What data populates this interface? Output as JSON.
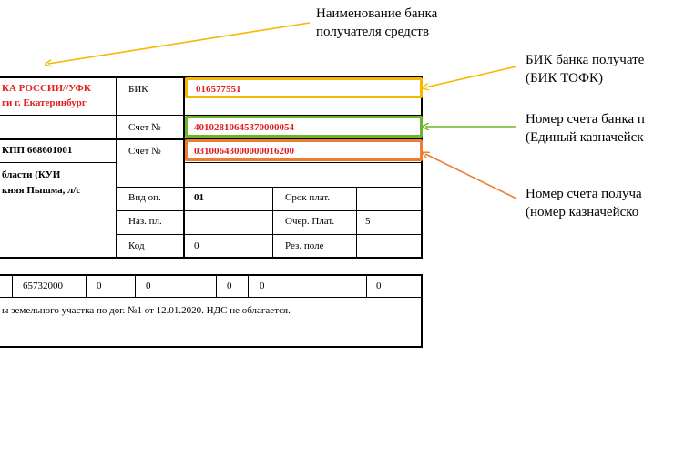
{
  "annotations": {
    "bank_name": [
      "Наименование банка",
      "получателя средств"
    ],
    "bik": [
      "БИК банка получате",
      "(БИК ТОФК)"
    ],
    "bank_account": [
      "Номер счета банка п",
      "(Единый казначейск"
    ],
    "recipient_account": [
      "Номер счета получа",
      "(номер казначейско"
    ]
  },
  "form": {
    "bank_name_lines": [
      "КА РОССИИ//УФК",
      "ги г. Екатеринбург"
    ],
    "kpp": "КПП 668601001",
    "recipient_lines": [
      "бласти (КУИ",
      "княя Пышма, л/с"
    ],
    "bik_label": "БИК",
    "bik_value": "016577551",
    "account_label_1": "Счет №",
    "account_value_1": "40102810645370000054",
    "account_label_2": "Счет №",
    "account_value_2": "03100643000000016200",
    "vid_op_label": "Вид оп.",
    "vid_op_value": "01",
    "srok_plat_label": "Срок плат.",
    "naz_pl_label": "Наз. пл.",
    "ocher_plat_label": "Очер. Плат.",
    "ocher_plat_value": "5",
    "kod_label": "Код",
    "kod_value": "0",
    "res_pole_label": "Рез. поле"
  },
  "tax_row": [
    "65732000",
    "0",
    "0",
    "0",
    "0",
    "0"
  ],
  "purpose": "ы земельного участка по дог. №1 от 12.01.2020. НДС не облагается.",
  "colors": {
    "yellow": "#f5b800",
    "green": "#6fb52c",
    "orange": "#ee7d31",
    "red_text": "#e02020"
  }
}
